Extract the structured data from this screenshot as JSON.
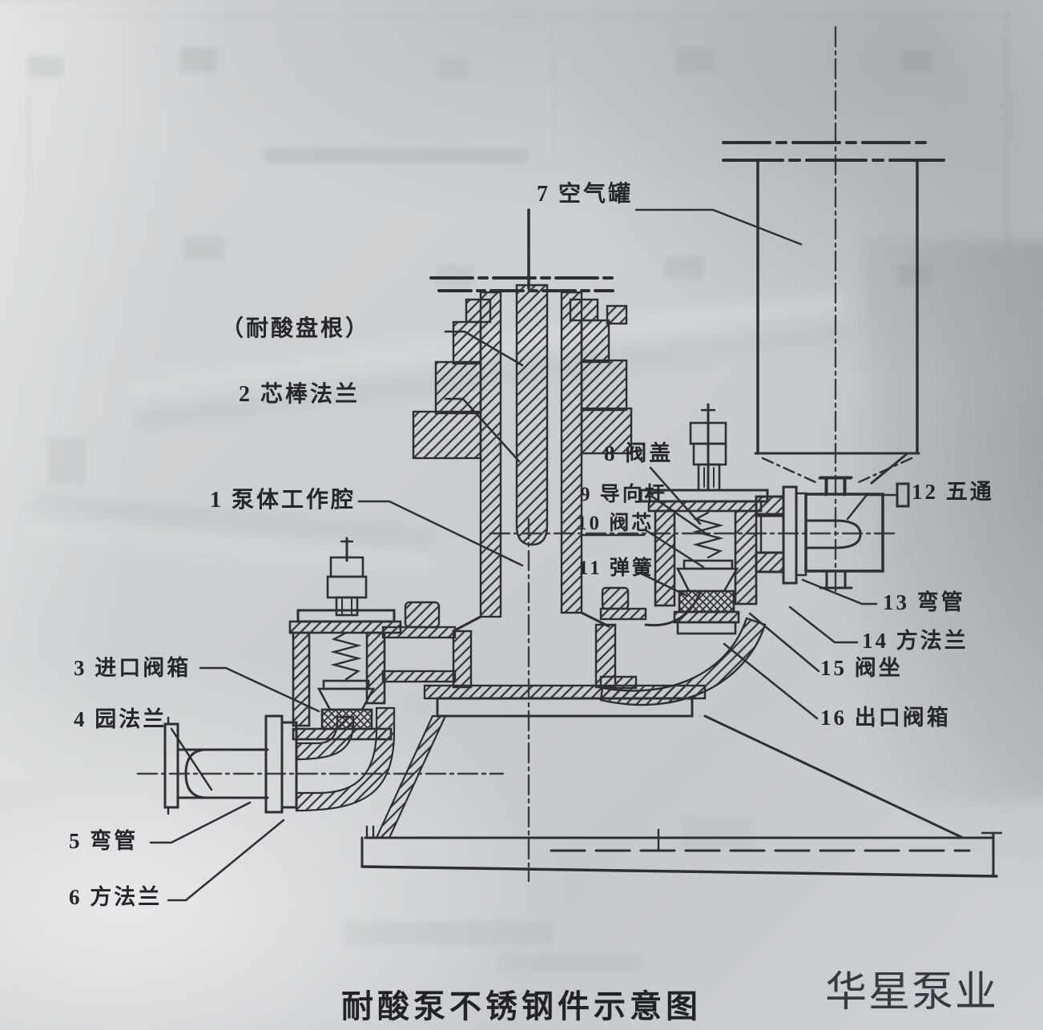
{
  "document": {
    "title": "耐酸泵不锈钢件示意图",
    "watermark": "华星泵业"
  },
  "colors": {
    "paper": "#cbced0",
    "ink": "#2e2f34"
  },
  "diagram": {
    "description": "sectional line drawing of acid-resistant pump stainless steel parts",
    "labels": [
      {
        "id": "packing",
        "text": "（耐酸盘根）"
      },
      {
        "id": "part-2",
        "text": "2 芯棒法兰"
      },
      {
        "id": "part-1",
        "text": "1 泵体工作腔"
      },
      {
        "id": "part-7",
        "text": "7 空气罐"
      },
      {
        "id": "part-8",
        "text": "8 阀盖"
      },
      {
        "id": "part-9",
        "text": "9 导向杆"
      },
      {
        "id": "part-10",
        "text": "10 阀芯"
      },
      {
        "id": "part-11",
        "text": "11 弹簧"
      },
      {
        "id": "part-12",
        "text": "12 五通"
      },
      {
        "id": "part-13",
        "text": "13 弯管"
      },
      {
        "id": "part-14",
        "text": "14 方法兰"
      },
      {
        "id": "part-15",
        "text": "15 阀坐"
      },
      {
        "id": "part-16",
        "text": "16 出口阀箱"
      },
      {
        "id": "part-3",
        "text": "3 进口阀箱"
      },
      {
        "id": "part-4",
        "text": "4 园法兰"
      },
      {
        "id": "part-5",
        "text": "5 弯管"
      },
      {
        "id": "part-6",
        "text": "6 方法兰"
      }
    ]
  }
}
